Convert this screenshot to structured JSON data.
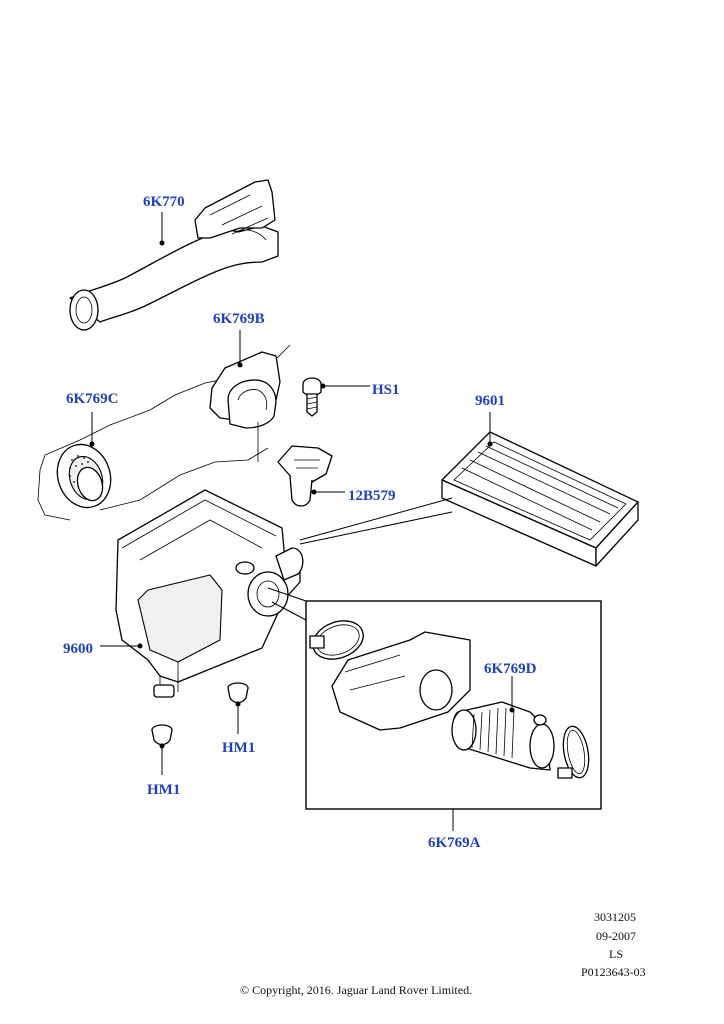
{
  "callouts": {
    "c1": "6K770",
    "c2": "6K769B",
    "c3": "HS1",
    "c4": "6K769C",
    "c5": "9601",
    "c6": "12B579",
    "c7": "9600",
    "c8": "6K769D",
    "c9": "HM1",
    "c10": "HM1",
    "c11": "6K769A"
  },
  "footer": {
    "line1": "3031205",
    "line2": "09-2007",
    "line3": "LS",
    "line4": "P0123643-03",
    "copyright": "© Copyright, 2016. Jaguar Land Rover Limited."
  },
  "colors": {
    "callout_text": "#1f3fbf",
    "line_art": "#000000"
  }
}
